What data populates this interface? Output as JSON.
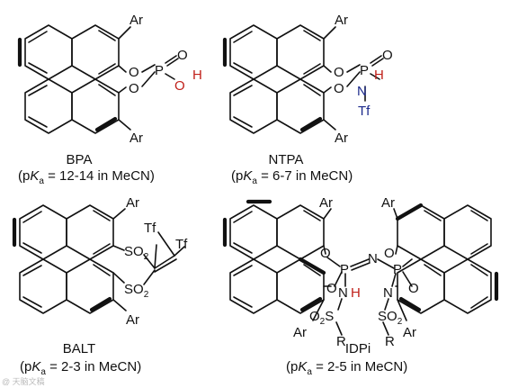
{
  "watermark": "@ 天脑文稿",
  "structures": {
    "bpa": {
      "name": "BPA",
      "pka": {
        "open": "(p",
        "k": "K",
        "sub": "a",
        "value": " = 12-14 in MeCN)"
      },
      "labels": {
        "ar_top": "Ar",
        "ar_bottom": "Ar",
        "o_upper": "O",
        "o_lower": "O",
        "p": "P",
        "o_double": "O",
        "o_h": "O",
        "h": "H"
      }
    },
    "ntpa": {
      "name": "NTPA",
      "pka": {
        "open": "(p",
        "k": "K",
        "sub": "a",
        "value": " = 6-7 in MeCN)"
      },
      "labels": {
        "ar_top": "Ar",
        "ar_bottom": "Ar",
        "o_upper": "O",
        "o_lower": "O",
        "p": "P",
        "o_double": "O",
        "n": "N",
        "h": "H",
        "tf": "Tf"
      }
    },
    "balt": {
      "name": "BALT",
      "pka": {
        "open": "(p",
        "k": "K",
        "sub": "a",
        "value": " = 2-3 in MeCN)"
      },
      "labels": {
        "ar_top": "Ar",
        "ar_bottom": "Ar",
        "so2_upper": "SO",
        "so2_upper_sub": "2",
        "so2_lower": "SO",
        "so2_lower_sub": "2",
        "tf1": "Tf",
        "tf2": "Tf"
      }
    },
    "idpi": {
      "name": "IDPi",
      "pka": {
        "open": "(p",
        "k": "K",
        "sub": "a",
        "value": " = 2-5 in MeCN)"
      },
      "labels": {
        "ar_tl": "Ar",
        "ar_bl": "Ar",
        "ar_tr": "Ar",
        "ar_br": "Ar",
        "o1": "O",
        "o2": "O",
        "o3": "O",
        "o4": "O",
        "p_left": "P",
        "p_right": "P",
        "n_bridge": "N",
        "n_left": "N",
        "h": "H",
        "n_right": "N",
        "so2_left": "O",
        "so2_left_rest": "S",
        "so2_left_sub": "2",
        "s_left": "S",
        "so2_right": "SO",
        "so2_right_sub": "2",
        "r_left": "R",
        "r_right": "R"
      }
    }
  }
}
